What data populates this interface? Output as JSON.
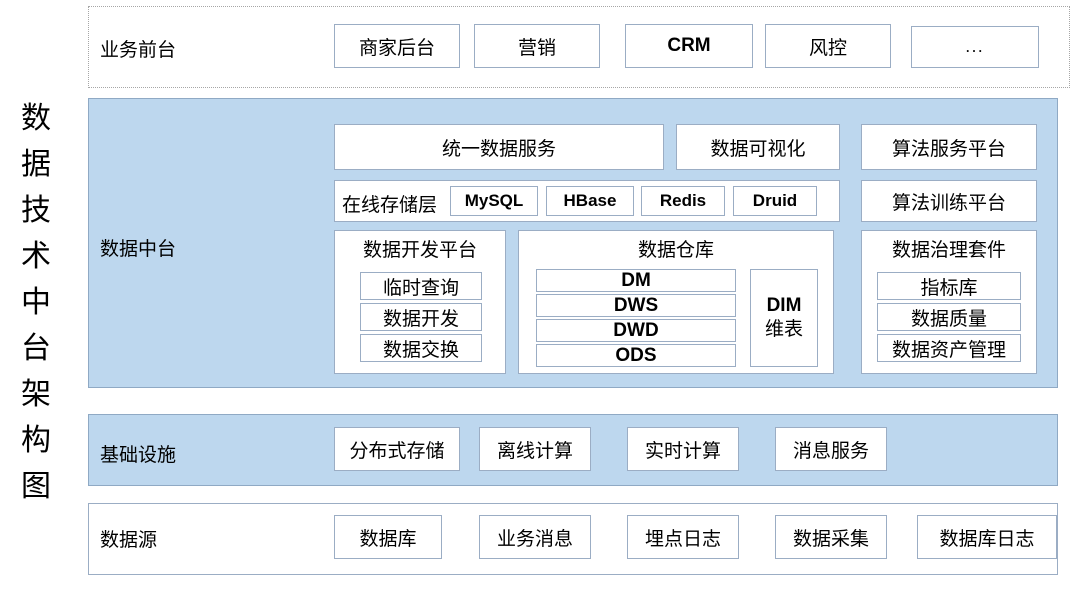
{
  "title": {
    "text": "数据技术中台架构图",
    "chars": [
      "数",
      "据",
      "技",
      "术",
      "中",
      "台",
      "架",
      "构",
      "图"
    ]
  },
  "colors": {
    "band_fill_blue": "#bdd7ee",
    "band_border_blue": "#8fa9c4",
    "box_border": "#9badc4",
    "band_border_dotted": "#a6a6a6",
    "box_fill": "#ffffff",
    "text": "#000000"
  },
  "layers": {
    "business_front": {
      "label": "业务前台",
      "items": [
        {
          "label": "商家后台"
        },
        {
          "label": "营销"
        },
        {
          "label": "CRM"
        },
        {
          "label": "风控"
        },
        {
          "label": "..."
        }
      ]
    },
    "data_middle_platform": {
      "label": "数据中台",
      "unified_data_service": {
        "label": "统一数据服务"
      },
      "data_visualization": {
        "label": "数据可视化"
      },
      "algorithm_service_platform": {
        "label": "算法服务平台"
      },
      "algorithm_training_platform": {
        "label": "算法训练平台"
      },
      "online_storage_layer": {
        "label": "在线存储层",
        "engines": [
          {
            "label": "MySQL"
          },
          {
            "label": "HBase"
          },
          {
            "label": "Redis"
          },
          {
            "label": "Druid"
          }
        ]
      },
      "data_development_platform": {
        "title": "数据开发平台",
        "items": [
          {
            "label": "临时查询"
          },
          {
            "label": "数据开发"
          },
          {
            "label": "数据交换"
          }
        ]
      },
      "data_warehouse": {
        "title": "数据仓库",
        "layers": [
          {
            "label": "DM"
          },
          {
            "label": "DWS"
          },
          {
            "label": "DWD"
          },
          {
            "label": "ODS"
          }
        ],
        "dim": {
          "line1": "DIM",
          "line2": "维表"
        }
      },
      "data_governance_suite": {
        "title": "数据治理套件",
        "items": [
          {
            "label": "指标库"
          },
          {
            "label": "数据质量"
          },
          {
            "label": "数据资产管理"
          }
        ]
      }
    },
    "infrastructure": {
      "label": "基础设施",
      "items": [
        {
          "label": "分布式存储"
        },
        {
          "label": "离线计算"
        },
        {
          "label": "实时计算"
        },
        {
          "label": "消息服务"
        }
      ]
    },
    "data_source": {
      "label": "数据源",
      "items": [
        {
          "label": "数据库"
        },
        {
          "label": "业务消息"
        },
        {
          "label": "埋点日志"
        },
        {
          "label": "数据采集"
        },
        {
          "label": "数据库日志"
        }
      ]
    }
  }
}
